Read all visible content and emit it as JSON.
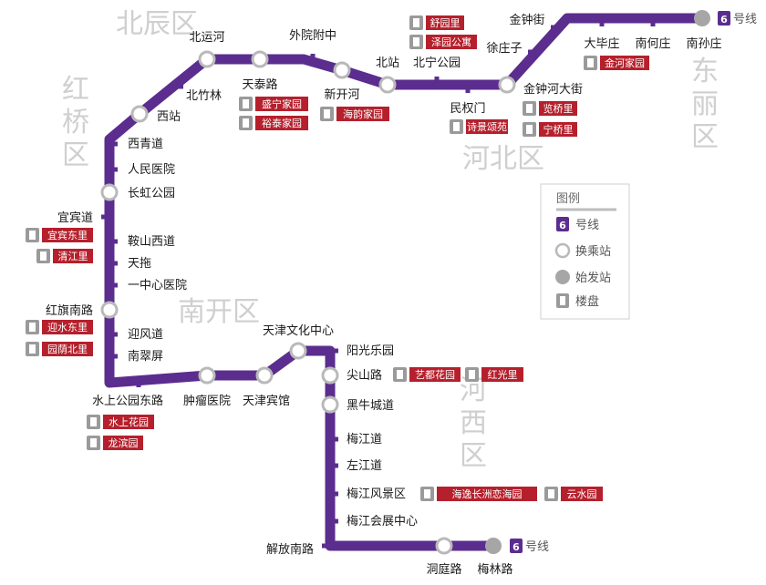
{
  "line": {
    "name": "号线",
    "number": "6",
    "color": "#5b2d8e",
    "transfer_color": "#b9b9b9",
    "terminal_color": "#a6a6a6",
    "tag_color": "#b5202c"
  },
  "districts": [
    "北辰区",
    "红桥区",
    "河北区",
    "东丽区",
    "南开区",
    "河西区"
  ],
  "stations": [
    {
      "name": "南孙庄",
      "type": "terminal"
    },
    {
      "name": "南何庄",
      "type": "tick"
    },
    {
      "name": "大毕庄",
      "type": "tick"
    },
    {
      "name": "金钟街",
      "type": "tick"
    },
    {
      "name": "徐庄子",
      "type": "tick"
    },
    {
      "name": "金钟河大街",
      "type": "transfer"
    },
    {
      "name": "民权门",
      "type": "tick"
    },
    {
      "name": "北宁公园",
      "type": "tick"
    },
    {
      "name": "北站",
      "type": "transfer"
    },
    {
      "name": "新开河",
      "type": "transfer"
    },
    {
      "name": "外院附中",
      "type": "tick"
    },
    {
      "name": "天泰路",
      "type": "transfer"
    },
    {
      "name": "北运河",
      "type": "transfer"
    },
    {
      "name": "北竹林",
      "type": "tick"
    },
    {
      "name": "西站",
      "type": "transfer"
    },
    {
      "name": "西青道",
      "type": "tick"
    },
    {
      "name": "人民医院",
      "type": "tick"
    },
    {
      "name": "长虹公园",
      "type": "transfer"
    },
    {
      "name": "宜宾道",
      "type": "tick"
    },
    {
      "name": "鞍山西道",
      "type": "tick"
    },
    {
      "name": "天拖",
      "type": "tick"
    },
    {
      "name": "一中心医院",
      "type": "tick"
    },
    {
      "name": "红旗南路",
      "type": "transfer"
    },
    {
      "name": "迎风道",
      "type": "tick"
    },
    {
      "name": "南翠屏",
      "type": "tick"
    },
    {
      "name": "水上公园东路",
      "type": "tick"
    },
    {
      "name": "肿瘤医院",
      "type": "transfer"
    },
    {
      "name": "天津宾馆",
      "type": "transfer"
    },
    {
      "name": "天津文化中心",
      "type": "transfer"
    },
    {
      "name": "阳光乐园",
      "type": "tick"
    },
    {
      "name": "尖山路",
      "type": "transfer"
    },
    {
      "name": "黑牛城道",
      "type": "transfer"
    },
    {
      "name": "梅江道",
      "type": "tick"
    },
    {
      "name": "左江道",
      "type": "tick"
    },
    {
      "name": "梅江风景区",
      "type": "tick"
    },
    {
      "name": "梅江会展中心",
      "type": "tick"
    },
    {
      "name": "解放南路",
      "type": "tick"
    },
    {
      "name": "洞庭路",
      "type": "transfer"
    },
    {
      "name": "梅林路",
      "type": "terminal"
    }
  ],
  "tags": [
    "舒园里",
    "泽园公寓",
    "金河家园",
    "览桥里",
    "宁桥里",
    "诗景颂苑",
    "海韵家园",
    "盛宁家园",
    "裕泰家园",
    "宜宾东里",
    "清江里",
    "迎水东里",
    "园荫北里",
    "水上花园",
    "龙滨园",
    "艺都花园",
    "红光里",
    "海逸长洲恋海园",
    "云水园"
  ],
  "legend": {
    "title": "图例",
    "line_label": "号线",
    "transfer_label": "换乘站",
    "terminal_label": "始发站",
    "estate_label": "楼盘"
  }
}
